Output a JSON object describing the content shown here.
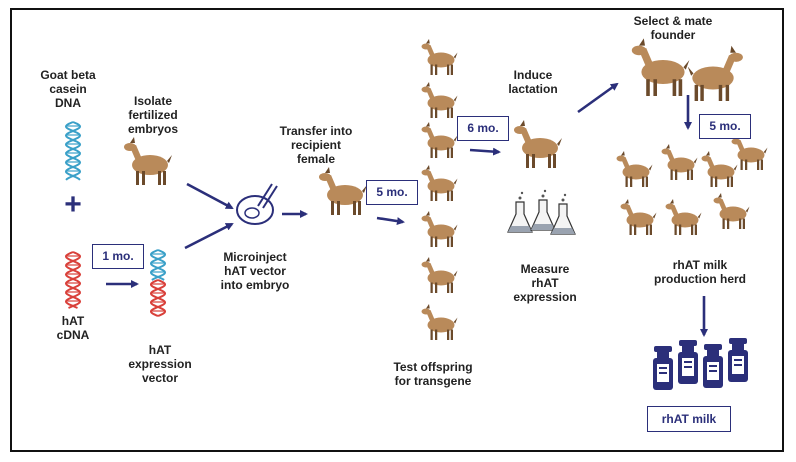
{
  "labels": {
    "goat_dna": "Goat beta\ncasein\nDNA",
    "isolate": "Isolate\nfertilized\nembryos",
    "plus": "+",
    "hat_cdna": "hAT\ncDNA",
    "hat_vector": "hAT\nexpression\nvector",
    "microinject": "Microinject\nhAT vector\ninto embryo",
    "transfer": "Transfer into\nrecipient\nfemale",
    "test_offspring": "Test offspring\nfor transgene",
    "induce": "Induce\nlactation",
    "measure": "Measure\nrhAT\nexpression",
    "select": "Select & mate\nfounder",
    "herd": "rhAT milk\nproduction herd"
  },
  "durations": {
    "d1": "1 mo.",
    "d2": "5 mo.",
    "d3": "6 mo.",
    "d4": "5 mo."
  },
  "product_label": "rhAT milk",
  "colors": {
    "arrow": "#2b2f7a",
    "goat_body": "#b98a5a",
    "goat_dark": "#6b4a2b",
    "goat_light": "#c9b18d",
    "dna_blue": "#3aa0c8",
    "dna_red": "#d9403a",
    "milk": "#2b2f7a"
  }
}
